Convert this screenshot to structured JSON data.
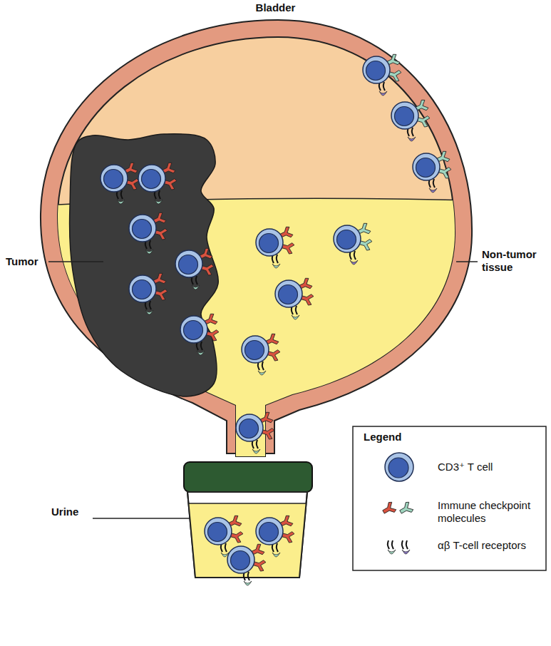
{
  "diagram": {
    "title": "Bladder",
    "labels": [
      "Tumor",
      "Non-tumor tissue",
      "Urine",
      "Legend"
    ],
    "legend": [
      {
        "text": "CD3⁺ T cell"
      },
      {
        "text": "Immune checkpoint molecules"
      },
      {
        "text": "αβ T-cell receptors"
      }
    ]
  }
}
